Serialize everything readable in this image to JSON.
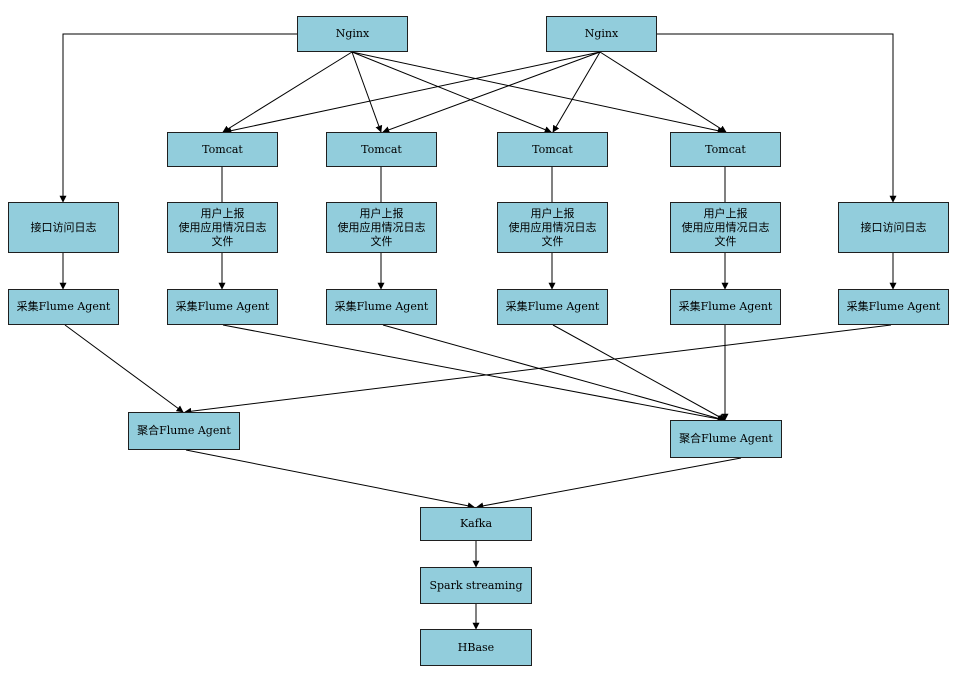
{
  "nodes": {
    "nginx_1": "Nginx",
    "nginx_2": "Nginx",
    "tomcat_1": "Tomcat",
    "tomcat_2": "Tomcat",
    "tomcat_3": "Tomcat",
    "tomcat_4": "Tomcat",
    "api_log_left": "接口访问日志",
    "api_log_right": "接口访问日志",
    "user_log_1": "用户上报\n使用应用情况日志\n文件",
    "user_log_2": "用户上报\n使用应用情况日志\n文件",
    "user_log_3": "用户上报\n使用应用情况日志\n文件",
    "user_log_4": "用户上报\n使用应用情况日志\n文件",
    "collect_1": "采集Flume Agent",
    "collect_2": "采集Flume Agent",
    "collect_3": "采集Flume Agent",
    "collect_4": "采集Flume Agent",
    "collect_5": "采集Flume Agent",
    "collect_6": "采集Flume Agent",
    "aggregate_left": "聚合Flume Agent",
    "aggregate_right": "聚合Flume Agent",
    "kafka": "Kafka",
    "spark": "Spark streaming",
    "hbase": "HBase"
  },
  "colors": {
    "node_fill": "#92cddc",
    "node_border": "#1f1f1f",
    "edge": "#000000"
  }
}
